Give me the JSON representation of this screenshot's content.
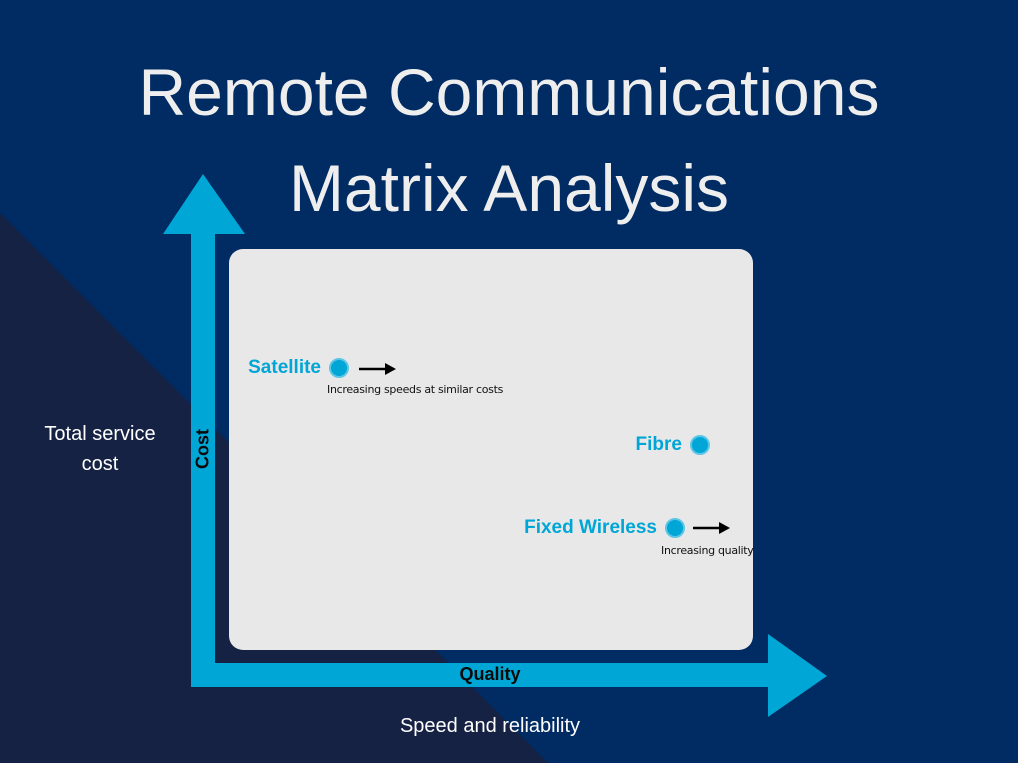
{
  "slide": {
    "title_lines": [
      "Remote Communications",
      "Matrix Analysis"
    ],
    "colors": {
      "background": "#002b63",
      "background_triangle": "#162244",
      "accent": "#00a6d6",
      "matrix_box": "#e8e8e8",
      "text_light": "#eeeeee"
    }
  },
  "axes": {
    "y": {
      "name": "Cost",
      "description": "Total service cost"
    },
    "x": {
      "name": "Quality",
      "description": "Speed and reliability"
    }
  },
  "points": [
    {
      "label": "Satellite",
      "quality": 0.22,
      "cost": 0.7,
      "trend": "right",
      "note": "Increasing speeds at similar costs"
    },
    {
      "label": "Fibre",
      "quality": 0.92,
      "cost": 0.51,
      "trend": null,
      "note": null
    },
    {
      "label": "Fixed Wireless",
      "quality": 0.86,
      "cost": 0.3,
      "trend": "right",
      "note": "Increasing quality"
    }
  ]
}
